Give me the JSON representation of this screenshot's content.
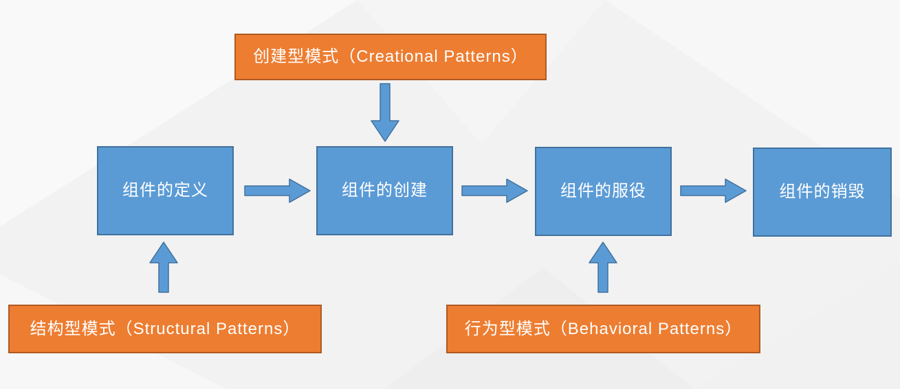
{
  "diagram": {
    "stages": [
      {
        "id": "definition",
        "label": "组件的定义"
      },
      {
        "id": "creation",
        "label": "组件的创建"
      },
      {
        "id": "service",
        "label": "组件的服役"
      },
      {
        "id": "destruction",
        "label": "组件的销毁"
      }
    ],
    "patterns": [
      {
        "id": "creational",
        "label": "创建型模式（Creational Patterns）",
        "points_to": "组件的创建",
        "arrow_direction": "down"
      },
      {
        "id": "structural",
        "label": "结构型模式（Structural Patterns）",
        "points_to": "组件的定义",
        "arrow_direction": "up"
      },
      {
        "id": "behavioral",
        "label": "行为型模式（Behavioral Patterns）",
        "points_to": "组件的服役",
        "arrow_direction": "up"
      }
    ],
    "colors": {
      "stage_fill": "#5b9bd5",
      "stage_border": "#41719c",
      "pattern_fill": "#ed7d31",
      "pattern_border": "#ae5a21",
      "arrow_fill": "#5b9bd5",
      "arrow_border": "#41719c",
      "text": "#ffffff",
      "background": "#f2f2f2"
    }
  }
}
